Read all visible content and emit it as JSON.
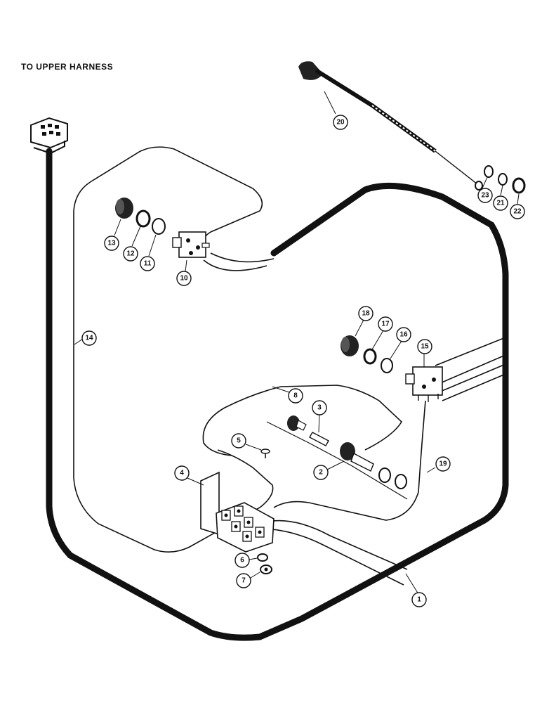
{
  "diagram": {
    "title": "TO UPPER HARNESS",
    "callouts": [
      {
        "id": "c1",
        "label": "1"
      },
      {
        "id": "c2",
        "label": "2"
      },
      {
        "id": "c3",
        "label": "3"
      },
      {
        "id": "c4",
        "label": "4"
      },
      {
        "id": "c5",
        "label": "5"
      },
      {
        "id": "c6",
        "label": "6"
      },
      {
        "id": "c7",
        "label": "7"
      },
      {
        "id": "c8",
        "label": "8"
      },
      {
        "id": "c10",
        "label": "10"
      },
      {
        "id": "c11",
        "label": "11"
      },
      {
        "id": "c12",
        "label": "12"
      },
      {
        "id": "c13",
        "label": "13"
      },
      {
        "id": "c14",
        "label": "14"
      },
      {
        "id": "c15",
        "label": "15"
      },
      {
        "id": "c16",
        "label": "16"
      },
      {
        "id": "c17",
        "label": "17"
      },
      {
        "id": "c18",
        "label": "18"
      },
      {
        "id": "c19",
        "label": "19"
      },
      {
        "id": "c20",
        "label": "20"
      },
      {
        "id": "c21",
        "label": "21"
      },
      {
        "id": "c22",
        "label": "22"
      },
      {
        "id": "c23",
        "label": "23"
      }
    ]
  }
}
